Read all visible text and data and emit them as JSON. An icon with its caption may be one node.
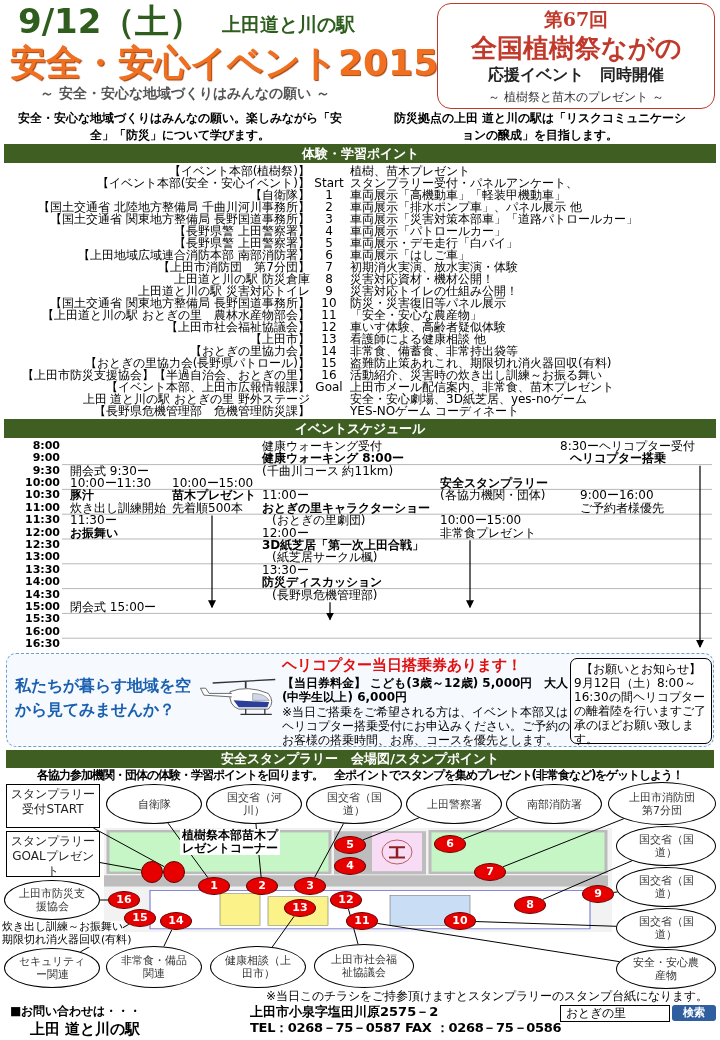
{
  "diagram": {
    "title": "安全・安心イベント2015",
    "nodes": [
      {
        "text": [
          "第67回",
          "全国植樹祭ながの",
          "応援イベント　同時開催",
          "～ 植樹祭と苗木のプレゼント ～"
        ]
      },
      {
        "text": [
          "体験・学習ポイント"
        ]
      },
      {
        "text": [
          "イベントスケジュール"
        ]
      },
      {
        "text": [
          "私たちが暮らす地域を空から見てみませんか？",
          "ヘリコプター当日搭乗券あります！",
          "【当日券料金】 こども(3歳～12歳) 5,000円　大人(中学生以上) 6,000円",
          "※当日ご搭乗をご希望される方は、イベント本部又はヘリコプター搭乗受付にお申込みください。ご予約のお客様の搭乗時間、お席、コースを優先とします。"
        ]
      },
      {
        "text": [
          "【お願いとお知らせ】",
          "9月12日（土）8:00～16:30の間ヘリコプターの離着陸を行いますご了承のほどお願い致します。"
        ],
        "in": 3
      },
      {
        "text": [
          "安全スタンプラリー　会場図/スタンプポイント"
        ]
      },
      {
        "text": [
          "スタンプラリー受付START"
        ]
      },
      {
        "text": [
          "自衛隊"
        ]
      },
      {
        "text": [
          "国交省（河川）"
        ]
      },
      {
        "text": [
          "国交省（国道）"
        ]
      },
      {
        "text": [
          "上田警察署"
        ]
      },
      {
        "text": [
          "南部消防署"
        ]
      },
      {
        "text": [
          "上田市消防団第7分団"
        ]
      },
      {
        "text": [
          "スタンプラリーGOALプレゼント"
        ]
      },
      {
        "text": [
          "国交省（国道）"
        ]
      },
      {
        "text": [
          "上田市防災支援協会"
        ]
      },
      {
        "text": [
          "国交省（国道）"
        ]
      },
      {
        "text": [
          "セキュリティー関連"
        ]
      },
      {
        "text": [
          "国交省（国道）"
        ]
      },
      {
        "text": [
          "非常食・備品関連"
        ]
      },
      {
        "text": [
          "健康相談（上田市）"
        ]
      },
      {
        "text": [
          "上田市社会福祉協議会"
        ]
      },
      {
        "text": [
          "安全・安心農産物"
        ]
      },
      {
        "text": [],
        "shape": "circle"
      },
      {
        "text": [],
        "shape": "circle"
      },
      {
        "text": [
          "1"
        ]
      },
      {
        "text": [
          "2"
        ]
      },
      {
        "text": [
          "3"
        ]
      },
      {
        "text": [
          "4"
        ]
      },
      {
        "text": [
          "5"
        ]
      },
      {
        "text": [
          "6"
        ]
      },
      {
        "text": [
          "7"
        ]
      },
      {
        "text": [
          "8"
        ]
      },
      {
        "text": [
          "9"
        ]
      },
      {
        "text": [
          "10"
        ]
      },
      {
        "text": [
          "11"
        ]
      },
      {
        "text": [
          "12"
        ]
      },
      {
        "text": [
          "13"
        ]
      },
      {
        "text": [
          "14"
        ]
      },
      {
        "text": [
          "15"
        ]
      },
      {
        "text": [
          "16"
        ]
      }
    ],
    "edges": [
      {
        "from": 6,
        "to": 24,
        "arrow": "none"
      },
      {
        "from": 13,
        "to": 23,
        "arrow": "none"
      },
      {
        "from": 7,
        "to": 25,
        "arrow": "none"
      },
      {
        "from": 8,
        "to": 26,
        "arrow": "none"
      },
      {
        "from": 9,
        "to": 27,
        "arrow": "none"
      },
      {
        "from": 10,
        "to": 29,
        "arrow": "none"
      },
      {
        "from": 11,
        "to": 30,
        "arrow": "none"
      },
      {
        "from": 12,
        "to": 31,
        "arrow": "none"
      },
      {
        "from": 14,
        "to": 32,
        "arrow": "none"
      },
      {
        "from": 16,
        "to": 33,
        "arrow": "none"
      },
      {
        "from": 18,
        "to": 34,
        "arrow": "none"
      },
      {
        "from": 22,
        "to": 35,
        "arrow": "none"
      },
      {
        "from": 21,
        "to": 36,
        "arrow": "none"
      },
      {
        "from": 20,
        "to": 37,
        "arrow": "none"
      },
      {
        "from": 19,
        "to": 38,
        "arrow": "none"
      },
      {
        "from": 17,
        "to": 39,
        "arrow": "none"
      },
      {
        "from": 15,
        "to": 40,
        "arrow": "none"
      }
    ],
    "labels": [
      "9/12（土）",
      "上田道と川の駅",
      "～ 安全・安心な地域づくりはみんなの願い ～",
      "安全・安心な地域づくりはみんなの願い。楽しみながら「安全」「防災」について学びます。",
      "防災拠点の上田 道と川の駅は「リスクコミュニケーションの醸成」を目指します。",
      "【イベント本部(植樹祭)】",
      "植樹、苗木プレゼント",
      "【イベント本部(安全・安心イベント)】",
      "Start",
      "スタンプラリー受付・パネルアンケート、",
      "【自衛隊】",
      "1",
      "車両展示「高機動車」「軽装甲機動車」",
      "【国土交通省 北陸地方整備局 千曲川河川事務所】",
      "2",
      "車両展示「排水ポンプ車」、パネル展示 他",
      "【国土交通省 関東地方整備局 長野国道事務所】",
      "3",
      "車両展示「災害対策本部車」「道路パトロールカー」",
      "【長野県警 上田警察署】",
      "4",
      "車両展示「パトロールカー」",
      "【長野県警 上田警察署】",
      "5",
      "車両展示・デモ走行「白バイ」",
      "【上田地域広域連合消防本部 南部消防署】",
      "6",
      "車両展示「はしご車」",
      "【上田市消防団　第7分団】",
      "7",
      "初期消火実演、放水実演・体験",
      "上田道と川の駅 防災倉庫",
      "8",
      "災害対応資材・機材公開！",
      "上田道と川の駅 災害対応トイレ",
      "9",
      "災害対応トイレの仕組み公開！",
      "【国土交通省 関東地方整備局 長野国道事務所】",
      "10",
      "防災・災害復旧等パネル展示",
      "【上田道と川の駅 おとぎの里　農林水産物部会】",
      "11",
      "「安全・安心な農産物」",
      "【上田市社会福祉協議会】",
      "12",
      "車いす体験、高齢者疑似体験",
      "【上田市】",
      "13",
      "看護師による健康相談 他",
      "【おとぎの里協力会】",
      "14",
      "非常食、備蓄食、非常持出袋等",
      "【おとぎの里協力会(長野県パトロール)】",
      "15",
      "盗難防止策あれこれ、期限切れ消火器回収(有料)",
      "【上田市防災支援協会】【半過自治会、おとぎの里】",
      "16",
      "活動紹介、災害時の炊き出し訓練～お振る舞い",
      "【イベント本部、上田市広報情報課】",
      "Goal",
      "上田市メール配信案内、非常食、苗木プレゼント",
      "上田 道と川の駅 おとぎの里 野外ステージ",
      "安全・安心劇場、3D紙芝居、yes-noゲーム",
      "【長野県危機管理部　危機管理防災課】",
      "YES-NOゲーム コーディネート",
      "8:00",
      "9:00",
      "9:30",
      "10:00",
      "10:30",
      "11:00",
      "11:30",
      "12:00",
      "12:30",
      "13:00",
      "13:30",
      "14:00",
      "14:30",
      "15:00",
      "15:30",
      "16:00",
      "16:30",
      "健康ウォーキング受付",
      "健康ウォーキング 8:00ー",
      "(千曲川コース 約11km)",
      "8:30ーヘリコプター受付",
      "ヘリコプター搭乗",
      "開会式 9:30ー",
      "10:00ー11:30",
      "豚汁",
      "炊き出し訓練開始",
      "11:30ー",
      "お振舞い",
      "10:00ー15:00",
      "苗木プレゼント",
      "先着順500本",
      "11:00ー",
      "おとぎの里キャラクターショー",
      "(おとぎの里劇団)",
      "12:00ー",
      "3D紙芝居「第一次上田合戦」",
      "(紙芝居サークル楓)",
      "13:30ー",
      "防災ディスカッション",
      "(長野県危機管理部)",
      "安全スタンプラリー",
      "(各協力機関・団体)",
      "10:00ー15:00",
      "非常食プレゼント",
      "9:00ー16:00",
      "ご予約者様優先",
      "閉会式 15:00ー",
      "各協力参加機関・団体の体験・学習ポイントを回ります。　全ポイントでスタンプを集めプレゼント(非常食など)をゲットしよう！",
      "植樹祭本部苗木プレゼントコーナー",
      "炊き出し訓練～お振舞い",
      "期限切れ消火器回収(有料)",
      "※当日このチラシをご持参頂けますとスタンプラリーのスタンプ台紙になります。",
      "■お問い合わせは・・・",
      "上田 道と川の駅",
      "上田市小泉字塩田川原2575－2",
      "TEL：0268－75－0587 FAX ：0268－75－0586",
      "おとぎの里",
      "検索"
    ]
  }
}
